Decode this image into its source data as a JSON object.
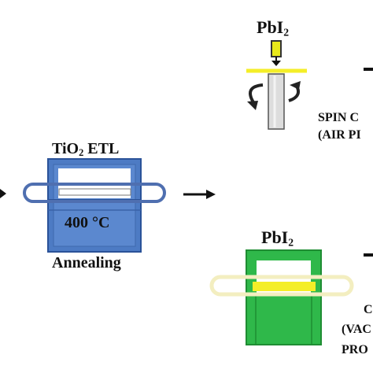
{
  "labels": {
    "tio2_main": "TiO",
    "tio2_sub": "2",
    "tio2_suffix": " ETL",
    "temperature": "400 °C",
    "annealing": "Annealing",
    "pbi2_top_main": "PbI",
    "pbi2_top_sub": "2",
    "pbi2_bottom_main": "PbI",
    "pbi2_bottom_sub": "2",
    "spin_line1": "SPIN C",
    "spin_line2": "(AIR PI",
    "vac_line1": "C",
    "vac_line2": "(VAC",
    "vac_line3": "PRO"
  },
  "colors": {
    "blue_frame": "#6d8cc8",
    "blue_body": "#4d7bc4",
    "blue_ring": "#4f6fb0",
    "green_frame": "#26a63c",
    "green_body": "#2fb84a",
    "yellow_film": "#f4ee28",
    "yellow_ring": "#f3eec0",
    "pbi2_source": "#e8e81a",
    "arrow": "#111111",
    "rotor": "#dddddd"
  }
}
